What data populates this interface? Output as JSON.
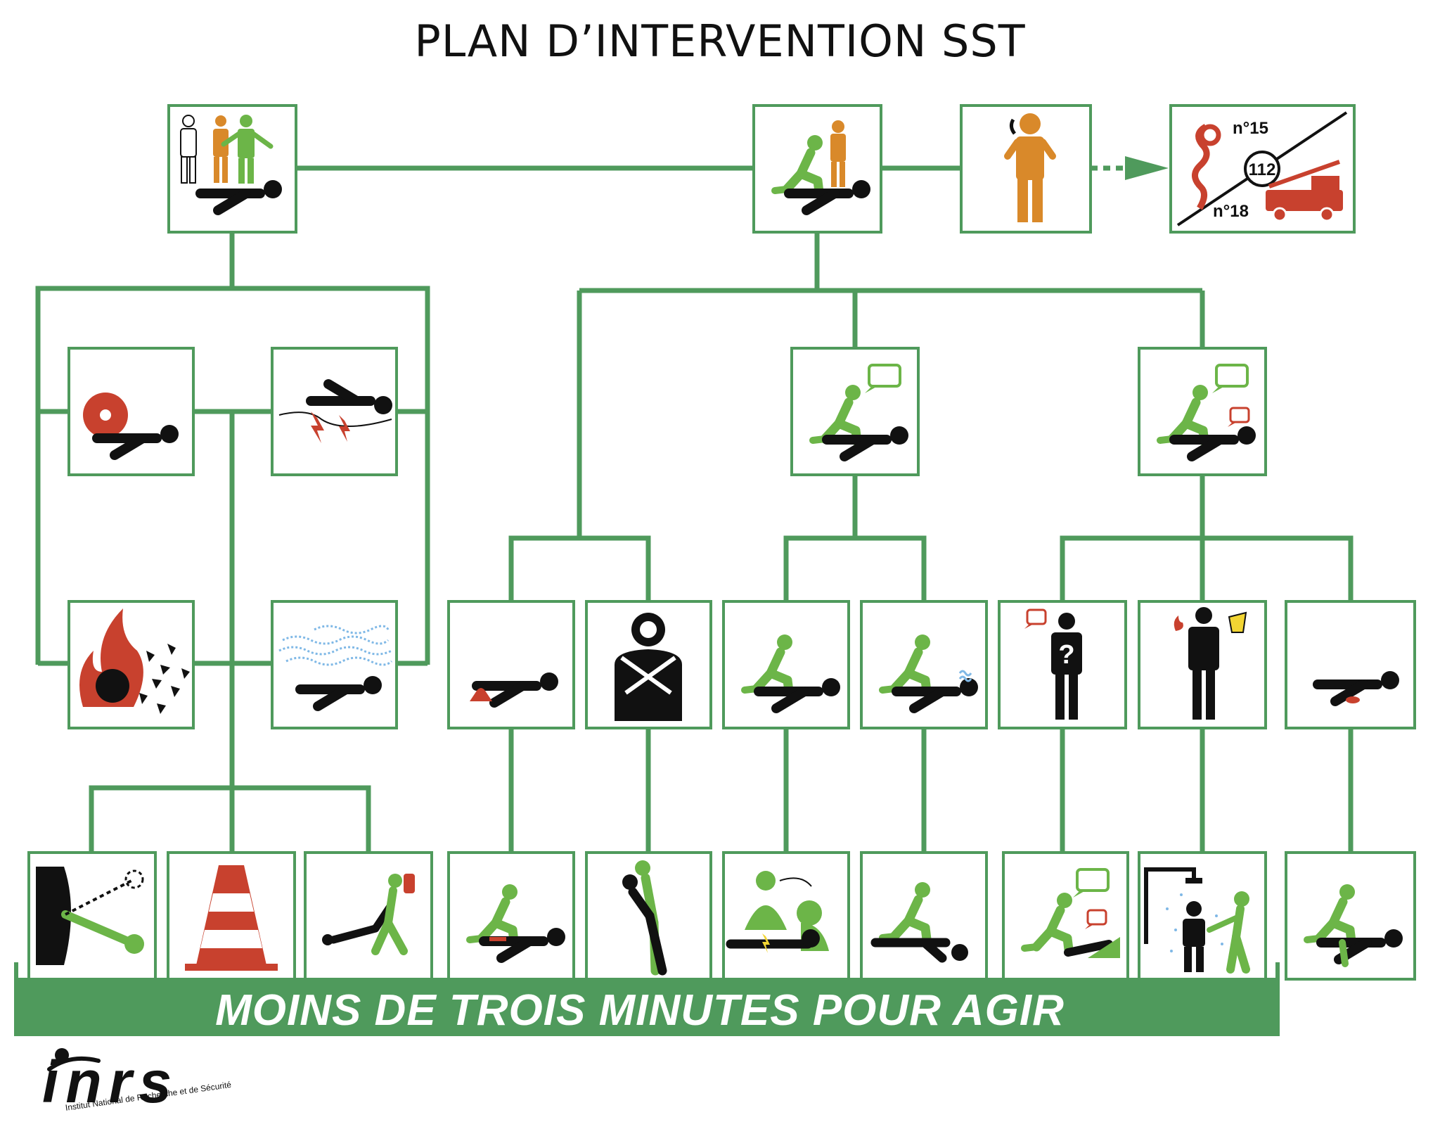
{
  "title": "PLAN D’INTERVENTION SST",
  "footer": {
    "banner": "MOINS DE TROIS MINUTES POUR AGIR"
  },
  "logo": {
    "name": "inrs",
    "tagline": "Institut National de Recherche et de Sécurité"
  },
  "alert": {
    "samu": "n°15",
    "europe": "112",
    "pompiers": "n°18"
  },
  "colors": {
    "line": "#4f9a5c",
    "green": "#6cb548",
    "orange": "#d9892a",
    "red": "#c8412e",
    "black": "#111111",
    "blue": "#7fb8e6"
  },
  "icons": [
    "witnesses-icon",
    "examine-victim-icon",
    "phone-call-icon",
    "emergency-numbers-icon",
    "crushing-icon",
    "electrocution-icon",
    "talk-victim-icon",
    "talk-victim-respond-icon",
    "fire-explosion-icon",
    "toxic-gas-icon",
    "bleeding-icon",
    "choking-icon",
    "breathing-icon",
    "breathing-check-icon",
    "confused-person-icon",
    "burn-person-icon",
    "wound-icon",
    "cut-power-icon",
    "cone-icon",
    "evacuate-icon",
    "compress-icon",
    "back-blows-icon",
    "cpr-icon",
    "recovery-position-icon",
    "reassure-icon",
    "shower-icon",
    "lay-down-icon"
  ]
}
